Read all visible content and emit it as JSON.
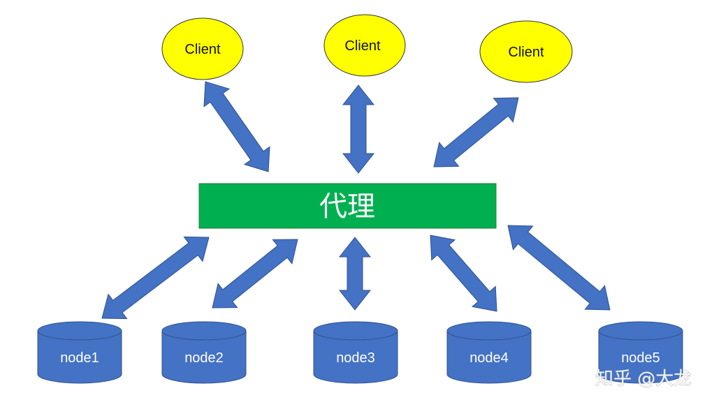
{
  "diagram": {
    "clients": [
      {
        "label": "Client",
        "fill": "#ffff00"
      },
      {
        "label": "Client",
        "fill": "#ffff00"
      },
      {
        "label": "Client",
        "fill": "#ffff00"
      }
    ],
    "proxy": {
      "label": "代理",
      "fill": "#00b050"
    },
    "nodes": [
      {
        "label": "node1"
      },
      {
        "label": "node2"
      },
      {
        "label": "node3"
      },
      {
        "label": "node4"
      },
      {
        "label": "node5"
      }
    ],
    "watermark": "知乎 @大龙"
  },
  "colors": {
    "arrow": "#4472c4",
    "arrow_stroke": "#2f528f",
    "node": "#4472c4",
    "node_stroke": "#2f528f",
    "client_stroke": "#333333"
  }
}
